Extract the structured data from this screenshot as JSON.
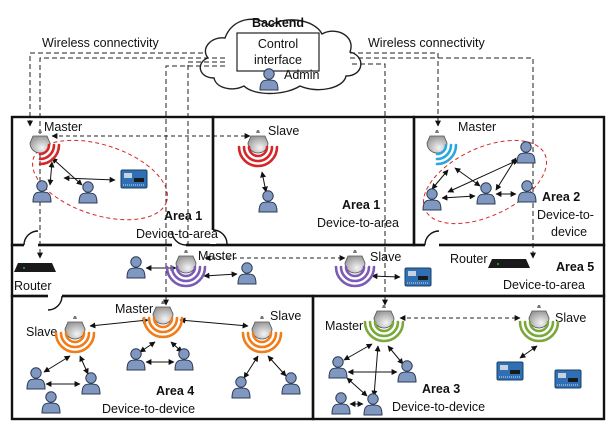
{
  "backend": {
    "title": "Backend",
    "control_interface": [
      "Control",
      "interface"
    ],
    "admin": "Admin"
  },
  "links": {
    "wireless_left": "Wireless connectivity",
    "wireless_right": "Wireless connectivity"
  },
  "roles": {
    "master": "Master",
    "slave": "Slave",
    "router": "Router"
  },
  "areas": [
    {
      "id": "area1-left",
      "name": "Area 1",
      "type": "Device-to-area"
    },
    {
      "id": "area1-right",
      "name": "Area 1",
      "type": "Device-to-area"
    },
    {
      "id": "area2",
      "name": "Area 2",
      "type_lines": [
        "Device-to-",
        "device"
      ]
    },
    {
      "id": "area5",
      "name": "Area 5",
      "type": "Device-to-area"
    },
    {
      "id": "area4",
      "name": "Area 4",
      "type": "Device-to-device"
    },
    {
      "id": "area3",
      "name": "Area 3",
      "type": "Device-to-device"
    }
  ],
  "colors": {
    "red": "#d62728",
    "blue": "#2aa7e0",
    "purple": "#7b5bb5",
    "orange": "#f07d1a",
    "green": "#7aa83a",
    "person": "#8098bf",
    "board": "#2f6fb3"
  }
}
